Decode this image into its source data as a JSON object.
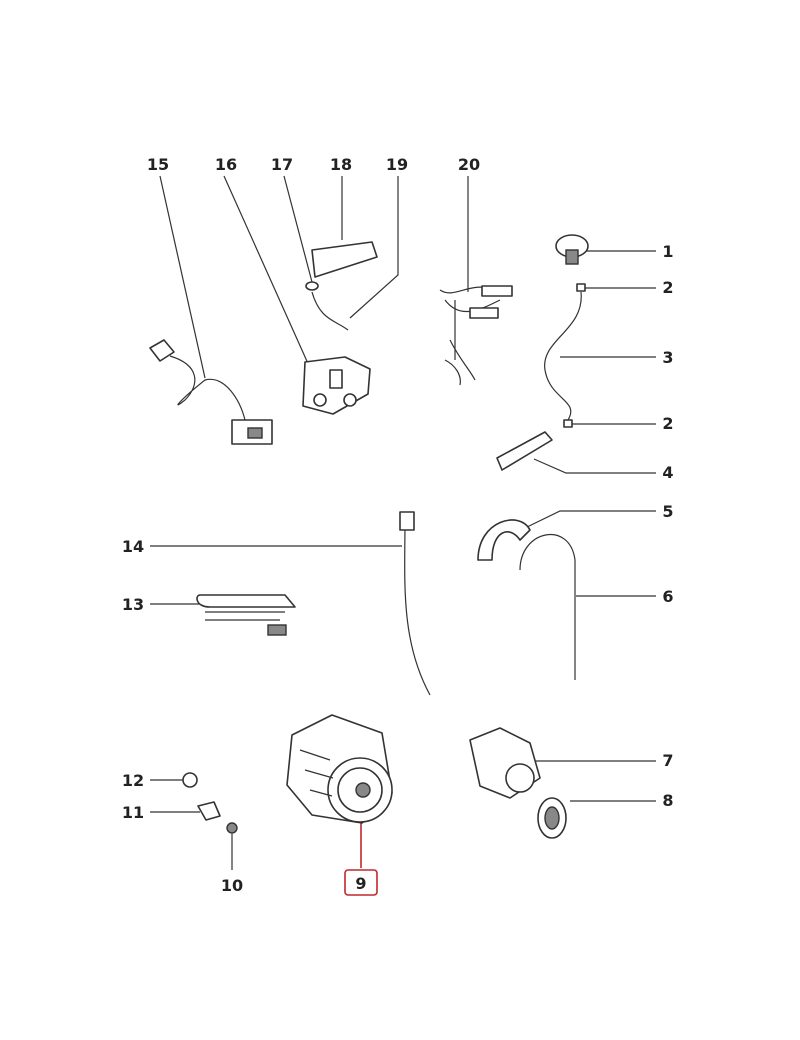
{
  "diagram": {
    "title": "Washing machine exploded parts diagram",
    "highlight_color": "#c0282d",
    "highlighted_part": "9",
    "callouts": [
      "15",
      "16",
      "17",
      "18",
      "19",
      "20",
      "1",
      "2",
      "3",
      "2",
      "4",
      "5",
      "6",
      "14",
      "13",
      "7",
      "8",
      "12",
      "11",
      "10",
      "9"
    ]
  }
}
